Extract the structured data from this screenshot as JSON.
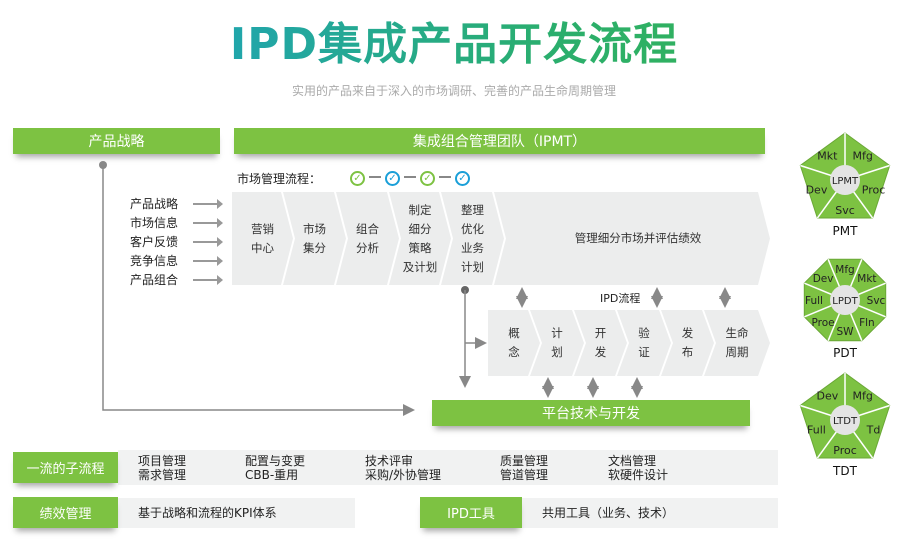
{
  "title": "IPD集成产品开发流程",
  "subtitle": "实用的产品来自于深入的市场调研、完善的产品生命周期管理",
  "strategy_box": "产品战略",
  "ipmt_box": "集成组合管理团队（IPMT）",
  "market_process_label": "市场管理流程：",
  "checks": [
    {
      "color": "#7dc242"
    },
    {
      "color": "#1a9fd8"
    },
    {
      "color": "#7dc242"
    },
    {
      "color": "#1a9fd8"
    }
  ],
  "inputs": [
    "产品战略",
    "市场信息",
    "客户反馈",
    "竞争信息",
    "产品组合"
  ],
  "market_steps": [
    "营销\n中心",
    "市场\n集分",
    "组合\n分析",
    "制定\n细分\n策略\n及计划",
    "整理\n优化\n业务\n计划",
    "管理细分市场并评估绩效"
  ],
  "ipd_flow_label": "IPD流程",
  "ipd_steps": [
    "概\n念",
    "计\n划",
    "开\n发",
    "验\n证",
    "发\n布",
    "生命\n周期"
  ],
  "platform_box": "平台技术与开发",
  "subprocess": {
    "label": "一流的子流程",
    "items": [
      [
        "项目管理",
        "需求管理"
      ],
      [
        "配置与变更",
        "CBB-重用"
      ],
      [
        "技术评审",
        "采购/外协管理"
      ],
      [
        "质量管理",
        "管道管理"
      ],
      [
        "文档管理",
        "软硬件设计"
      ]
    ]
  },
  "performance": {
    "label": "绩效管理",
    "text": "基于战略和流程的KPI体系"
  },
  "tools": {
    "label": "IPD工具",
    "text": "共用工具（业务、技术）"
  },
  "teams": [
    {
      "center": "LPMT",
      "name": "PMT",
      "members": [
        "Mfg",
        "Proc",
        "Svc",
        "Dev",
        "Mkt"
      ]
    },
    {
      "center": "LPDT",
      "name": "PDT",
      "members": [
        "Mfg",
        "Mkt",
        "Svc",
        "Fln",
        "SW",
        "Proe",
        "Full",
        "Dev"
      ]
    },
    {
      "center": "LTDT",
      "name": "TDT",
      "members": [
        "Mfg",
        "Td",
        "Proc",
        "Full",
        "Dev"
      ]
    }
  ],
  "colors": {
    "green": "#7dc242",
    "blue": "#1a9fd8"
  }
}
